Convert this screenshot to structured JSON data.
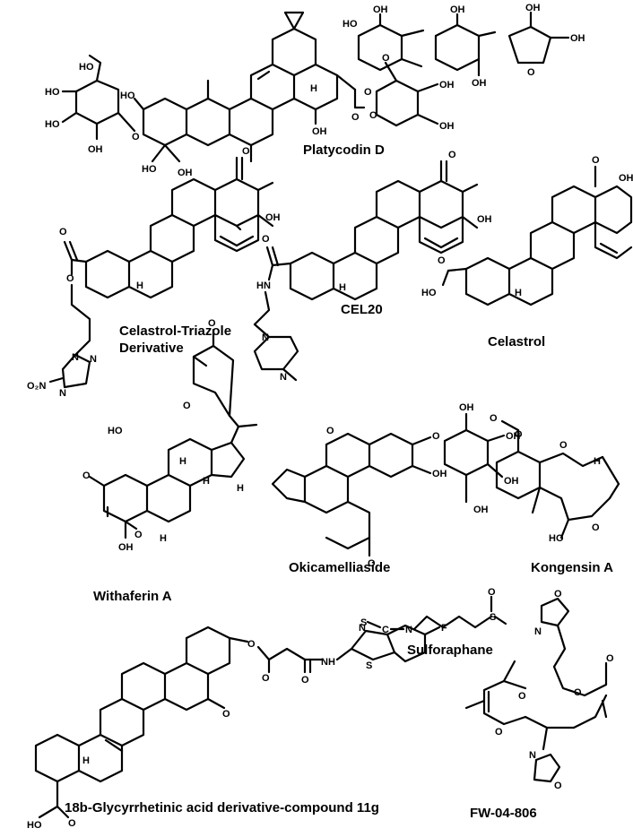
{
  "compounds": [
    {
      "key": "platycodin",
      "label": "Platycodin D"
    },
    {
      "key": "celastrol_triazole",
      "label": "Celastrol-Triazole Derivative",
      "label_lines": [
        "Celastrol-Triazole",
        "Derivative"
      ]
    },
    {
      "key": "cel20",
      "label": "CEL20"
    },
    {
      "key": "celastrol",
      "label": "Celastrol"
    },
    {
      "key": "withaferin",
      "label": "Withaferin A"
    },
    {
      "key": "okicamelliaside",
      "label": "Okicamelliaside"
    },
    {
      "key": "kongensin",
      "label": "Kongensin A"
    },
    {
      "key": "sulforaphane",
      "label": "Sulforaphane"
    },
    {
      "key": "glycyrrhetinic",
      "label": "18b-Glycyrrhetinic acid derivative-compound 11g"
    },
    {
      "key": "fw04806",
      "label": "FW-04-806"
    }
  ],
  "atom_labels": {
    "oh": "OH",
    "ho": "HO",
    "h": "H",
    "o": "O",
    "n": "N",
    "nh": "NH",
    "hn": "HN",
    "s": "S",
    "c": "C",
    "f": "F",
    "no2": "O₂N"
  }
}
